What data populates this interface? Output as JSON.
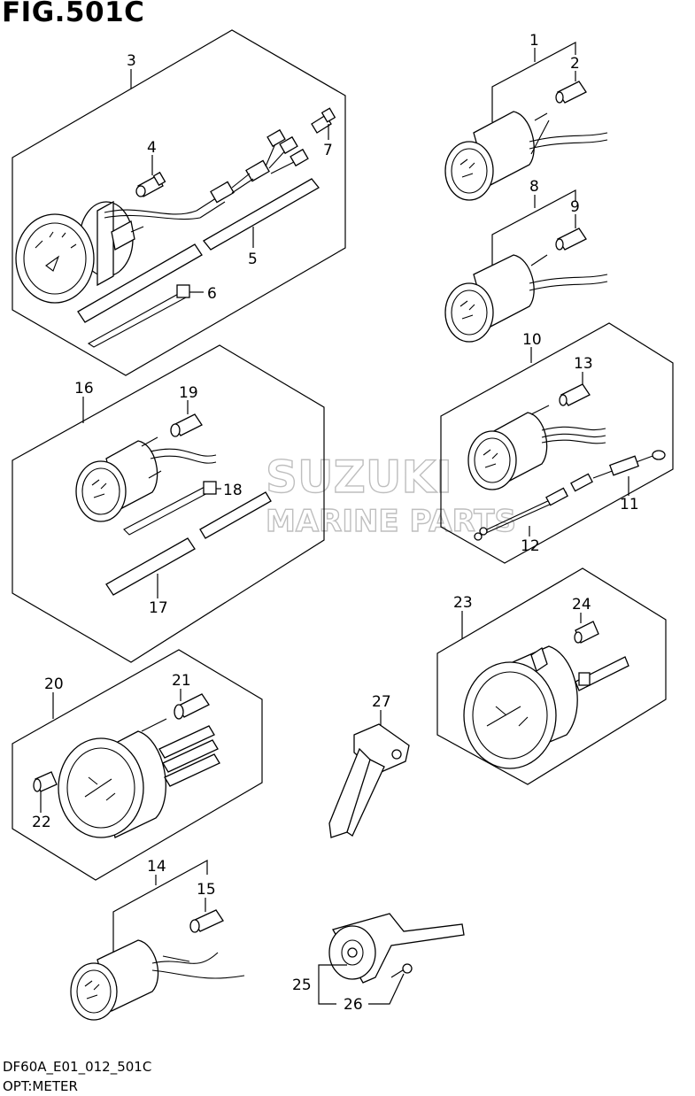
{
  "figure": {
    "title": "FIG.501C"
  },
  "footer": {
    "code": "DF60A_E01_012_501C",
    "name": "OPT:METER"
  },
  "watermark": {
    "line1": "SUZUKI",
    "line2": "MARINE PARTS"
  },
  "callouts": {
    "c1": "1",
    "c2": "2",
    "c3": "3",
    "c4": "4",
    "c5": "5",
    "c6": "6",
    "c7": "7",
    "c8": "8",
    "c9": "9",
    "c10": "10",
    "c11": "11",
    "c12": "12",
    "c13": "13",
    "c14": "14",
    "c15": "15",
    "c16": "16",
    "c17": "17",
    "c18": "18",
    "c19": "19",
    "c20": "20",
    "c21": "21",
    "c22": "22",
    "c23": "23",
    "c24": "24",
    "c25": "25",
    "c26": "26",
    "c27": "27"
  },
  "colors": {
    "line": "#000000",
    "watermark": "#b8b8b8",
    "background": "#ffffff"
  }
}
